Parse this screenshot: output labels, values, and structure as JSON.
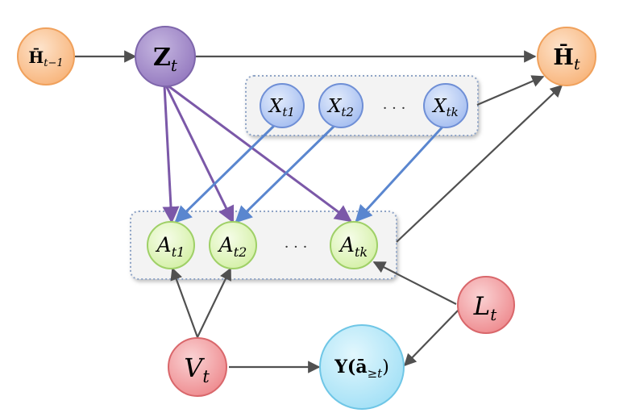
{
  "nodes": {
    "h_prev": {
      "main": "H̄",
      "sub": "t−1",
      "main_style": "bold"
    },
    "z": {
      "main": "Z",
      "sub": "t",
      "main_style": "bold"
    },
    "h_t": {
      "main": "H̄",
      "sub": "t",
      "main_style": "bold"
    },
    "x1": {
      "main": "X",
      "sub": "t1",
      "main_style": "italic"
    },
    "x2": {
      "main": "X",
      "sub": "t2",
      "main_style": "italic"
    },
    "xk": {
      "main": "X",
      "sub": "tk",
      "main_style": "italic"
    },
    "a1": {
      "main": "A",
      "sub": "t1",
      "main_style": "italic"
    },
    "a2": {
      "main": "A",
      "sub": "t2",
      "main_style": "italic"
    },
    "ak": {
      "main": "A",
      "sub": "tk",
      "main_style": "italic"
    },
    "v": {
      "main": "V",
      "sub": "t",
      "main_style": "italic"
    },
    "l": {
      "main": "L",
      "sub": "t",
      "main_style": "italic"
    },
    "y": {
      "main": "Y(ā",
      "sub": "≥t",
      "tail": ")",
      "main_style": "bold"
    }
  },
  "ellipses": {
    "x_dots": "· · ·",
    "a_dots": "· · ·"
  },
  "colors": {
    "orange_fill": "#fbc79a",
    "orange_stroke": "#f0a15c",
    "purple_fill": "#a48fc6",
    "purple_stroke": "#7e66ab",
    "blue_fill": "#b9cdf3",
    "blue_stroke": "#6f8fd6",
    "green_fill": "#e4f7c2",
    "green_stroke": "#9fd067",
    "red_fill": "#f3a0a2",
    "red_stroke": "#d9676b",
    "cyan_fill": "#b7e9f9",
    "cyan_stroke": "#6fc6e6",
    "edge_gray": "#505050",
    "edge_purple": "#7b58a8",
    "edge_blue": "#5a86cf",
    "box_border": "#8fa4c6",
    "box_fill": "#f3f3f3"
  }
}
